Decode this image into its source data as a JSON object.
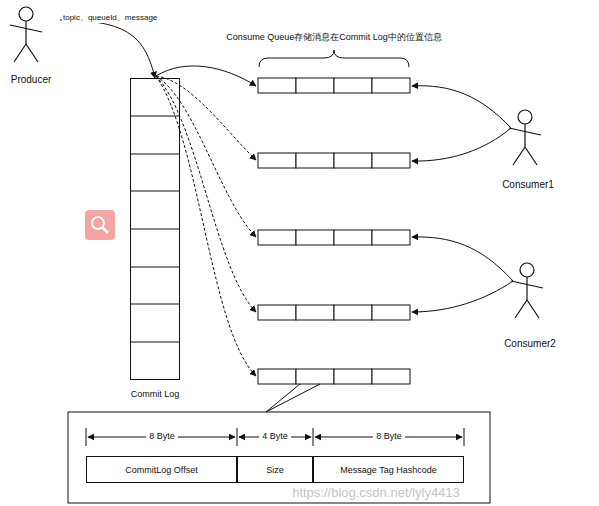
{
  "diagram": {
    "nodes": [
      {
        "text": [
          "Producer"
        ]
      },
      {
        "text": [
          "Commit Log"
        ]
      },
      {
        "text": [
          "Consumer1"
        ]
      },
      {
        "text": [
          "Consumer2"
        ]
      },
      {
        "text": [
          "CommitLog Offset"
        ]
      },
      {
        "text": [
          "Size"
        ]
      },
      {
        "text": [
          "Message Tag Hashcode"
        ]
      }
    ],
    "edges": [
      {
        "from": 0,
        "to": 1,
        "arrow": "to",
        "label": "topic、queueId、message"
      }
    ],
    "labels": [
      "Consume Queue存储消息在Commit Log中的位置信息",
      "8 Byte",
      "4 Byte",
      "8 Byte",
      "https://blog.csdn.net/lyly4413"
    ]
  }
}
